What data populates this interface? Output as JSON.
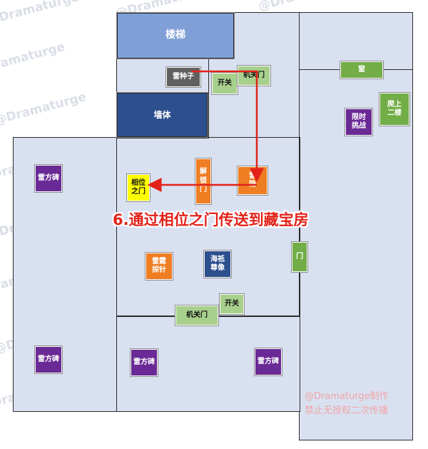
{
  "colors": {
    "floor": "#d9e1f1",
    "stairs": "#7f9fd6",
    "wall": "#2c4f8e",
    "purple": "#6a2a95",
    "green": "#72ad47",
    "light_green": "#a8d08d",
    "dark_gray": "#606060",
    "orange": "#ef7d22",
    "yellow": "#ffff00",
    "arrow": "#e2231a"
  },
  "labels": {
    "stairs": "楼梯",
    "wall": "墙体",
    "thunder_seed": "雷种子",
    "switch_top": "开关",
    "mechanism_door_top": "机关门",
    "window": "窗",
    "climb_second_floor": "爬上\n二楼",
    "timed_challenge": "限时\n挑战",
    "thunder_cube_tl": "雷方碑",
    "phase_gate": "相位\n之门",
    "unlock_door": "解\n锁\n门",
    "thunder_hidden": "雷\n隐",
    "door_right": "门",
    "thunder_probe": "雷霆\n探针",
    "seaweed_statue": "海祇\n尊像",
    "switch_bottom": "开关",
    "mechanism_door_bottom": "机关门",
    "thunder_cube_bl": "雷方碑",
    "thunder_cube_bm": "雷方碑",
    "thunder_cube_br": "雷方碑"
  },
  "caption": "6.通过相位之门传送到藏宝房",
  "watermark": "@Dramaturge",
  "credit": {
    "line1": "@Dramaturge制作",
    "line2": "禁止无授权二次传播"
  }
}
